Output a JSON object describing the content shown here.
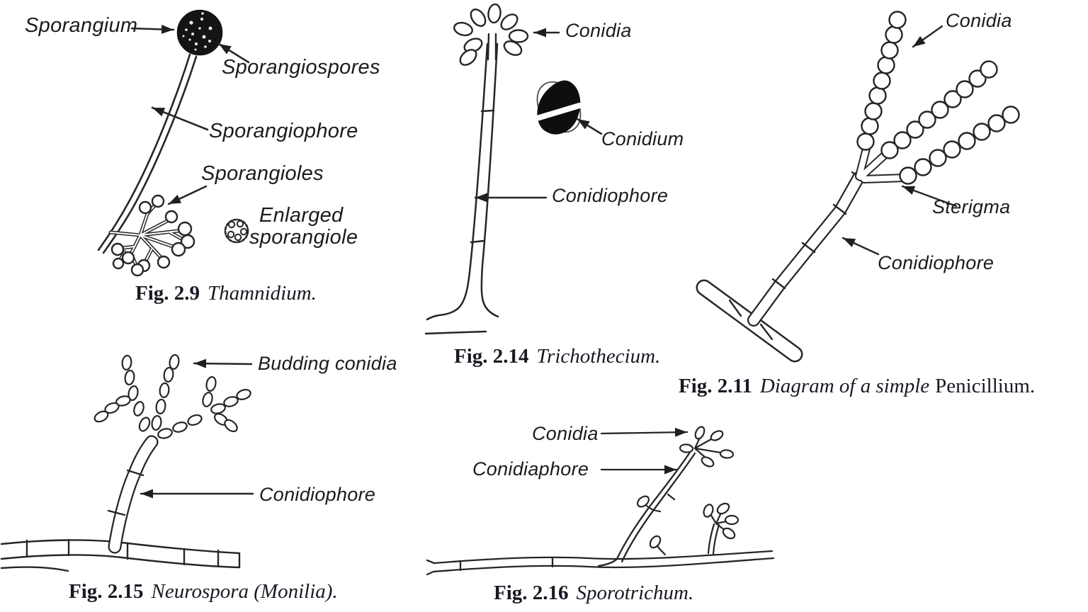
{
  "page": {
    "background": "#ffffff",
    "ink_color": "#262626",
    "caption_color": "#191923"
  },
  "figures": {
    "thamnidium": {
      "caption_label": "Fig. 2.9",
      "caption_title": "Thamnidium.",
      "labels": {
        "sporangium": "Sporangium",
        "sporangiospores": "Sporangiospores",
        "sporangiophore": "Sporangiophore",
        "sporangioles": "Sporangioles",
        "enlarged_line1": "Enlarged",
        "enlarged_line2": "sporangiole"
      }
    },
    "trichothecium": {
      "caption_label": "Fig. 2.14",
      "caption_title": "Trichothecium.",
      "labels": {
        "conidia": "Conidia",
        "conidium": "Conidium",
        "conidiophore": "Conidiophore"
      }
    },
    "penicillium": {
      "caption_label": "Fig. 2.11",
      "caption_italic": "Diagram of a simple",
      "caption_roman": "Penicillium.",
      "labels": {
        "conidia": "Conidia",
        "sterigma": "Sterigma",
        "conidiophore": "Conidiophore"
      }
    },
    "neurospora": {
      "caption_label": "Fig. 2.15",
      "caption_title": "Neurospora (Monilia).",
      "labels": {
        "budding_conidia": "Budding conidia",
        "conidiophore": "Conidiophore"
      }
    },
    "sporotrichum": {
      "caption_label": "Fig. 2.16",
      "caption_title": "Sporotrichum.",
      "labels": {
        "conidia": "Conidia",
        "conidiaphore": "Conidiaphore"
      }
    }
  }
}
